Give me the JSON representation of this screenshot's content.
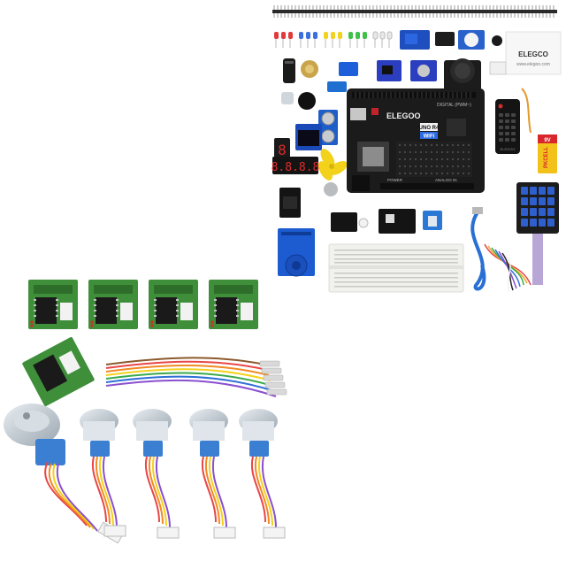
{
  "kit": {
    "brand_card": "ELEGCO",
    "brand_card_url": "www.elegoo.com",
    "board_brand": "ELEGOO",
    "board_model_top": "UNO R4",
    "board_model_bottom": "WiFi",
    "board_silk_digital": "DIGITAL (PWM~)",
    "board_silk_power": "POWER",
    "board_silk_analog": "ANALOG IN",
    "battery_brand": "PKCELL",
    "battery_voltage": "9V",
    "remote_label": "ELEGOO",
    "segment_display": "8.8.8.8",
    "single_digit": "8"
  },
  "stepper_set": {
    "driver_board_count": 4,
    "motor_count": 5
  },
  "colors": {
    "board_black": "#1b1b1b",
    "pcb_green": "#3f8f3a",
    "motor_blue": "#3b7fd3",
    "breadboard": "#f1f1ee",
    "battery_yellow": "#f2c21a",
    "battery_red": "#d8262c"
  }
}
